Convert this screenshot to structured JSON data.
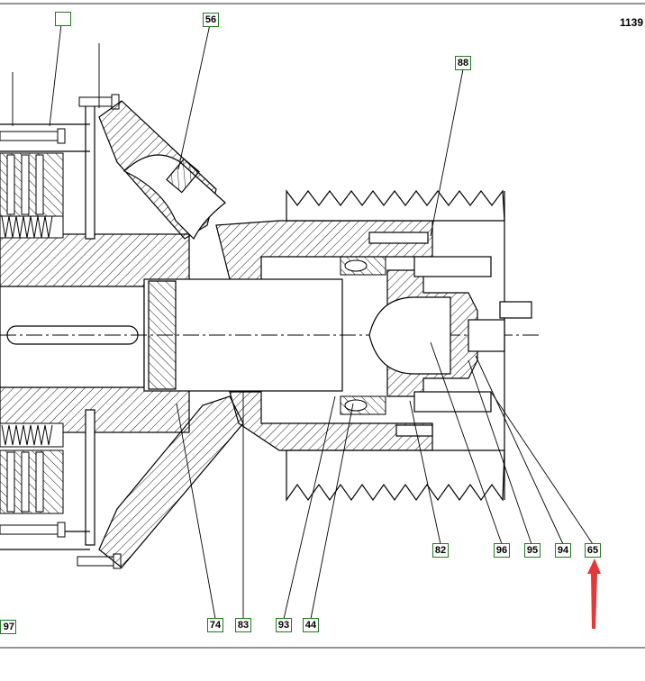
{
  "drawing": {
    "page_number": "1139",
    "callouts": {
      "c_blank": "",
      "c56": "56",
      "c88": "88",
      "c82": "82",
      "c96": "96",
      "c95": "95",
      "c94": "94",
      "c65": "65",
      "c74": "74",
      "c83": "83",
      "c93": "93",
      "c44": "44",
      "c97": "97"
    },
    "colors": {
      "callout_border": "#1f7a1f",
      "line": "#000000",
      "arrow": "#e53935"
    },
    "icons": {
      "pointer": "red-arrow-icon"
    }
  }
}
